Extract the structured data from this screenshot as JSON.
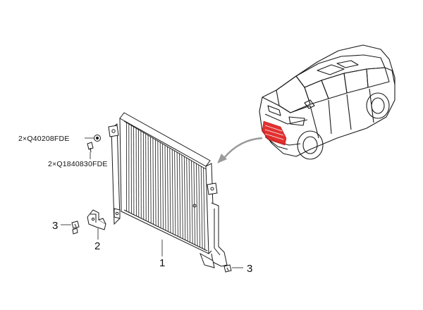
{
  "diagram": {
    "callouts": {
      "condenser": "1",
      "bracket": "2",
      "bolt_left": "3",
      "bolt_right": "3"
    },
    "fasteners": {
      "upper_nut": "2×Q40208FDE",
      "lower_bolt": "2×Q1840830FDE"
    },
    "colors": {
      "line": "#1a1a1a",
      "highlight": "#e02020",
      "arrow": "#9a9a9a"
    }
  }
}
